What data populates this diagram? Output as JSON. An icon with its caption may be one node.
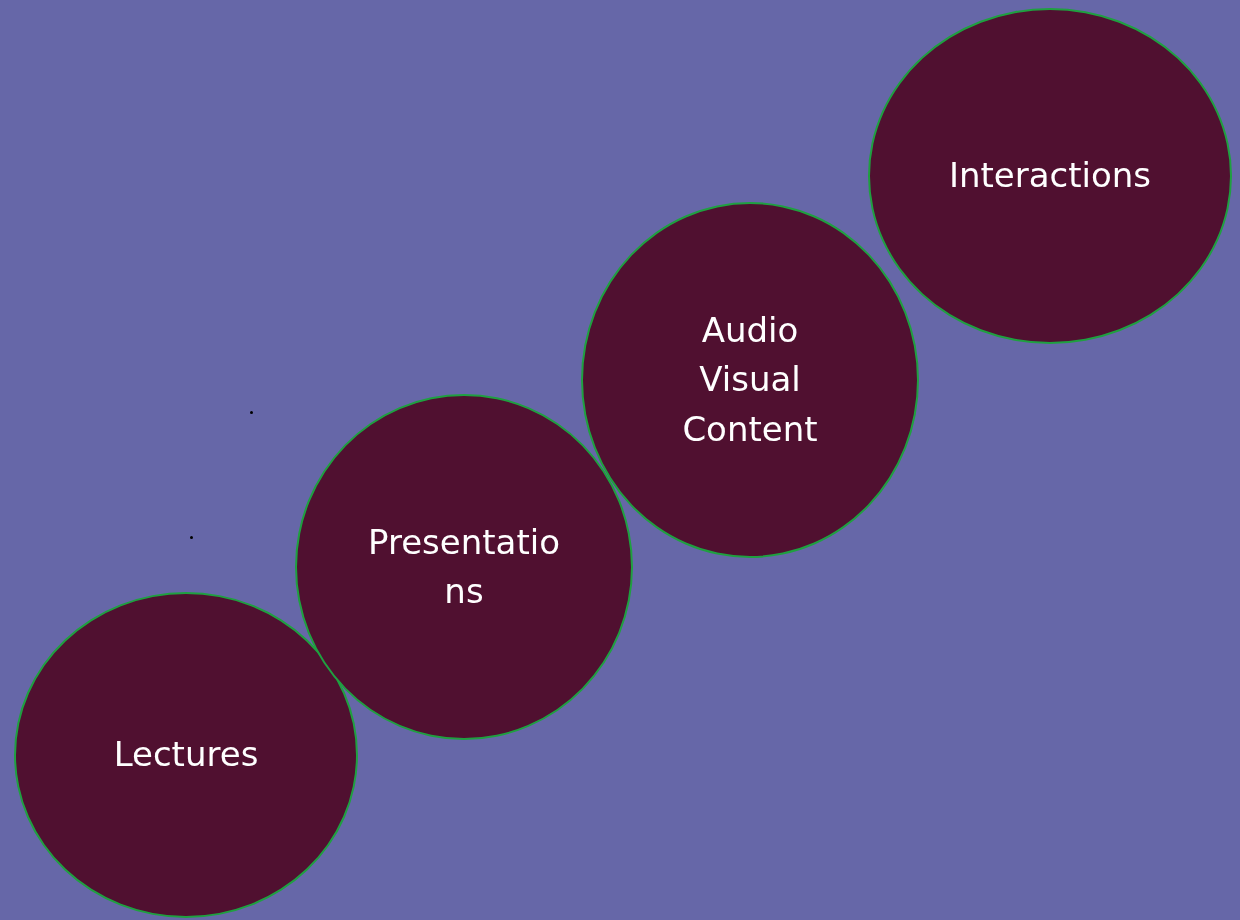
{
  "diagram": {
    "nodes": [
      {
        "text": [
          "Lectures"
        ]
      },
      {
        "text": [
          "Presentations"
        ]
      },
      {
        "text": [
          "Audio Visual Content"
        ]
      },
      {
        "text": [
          "Interactions"
        ]
      }
    ]
  }
}
